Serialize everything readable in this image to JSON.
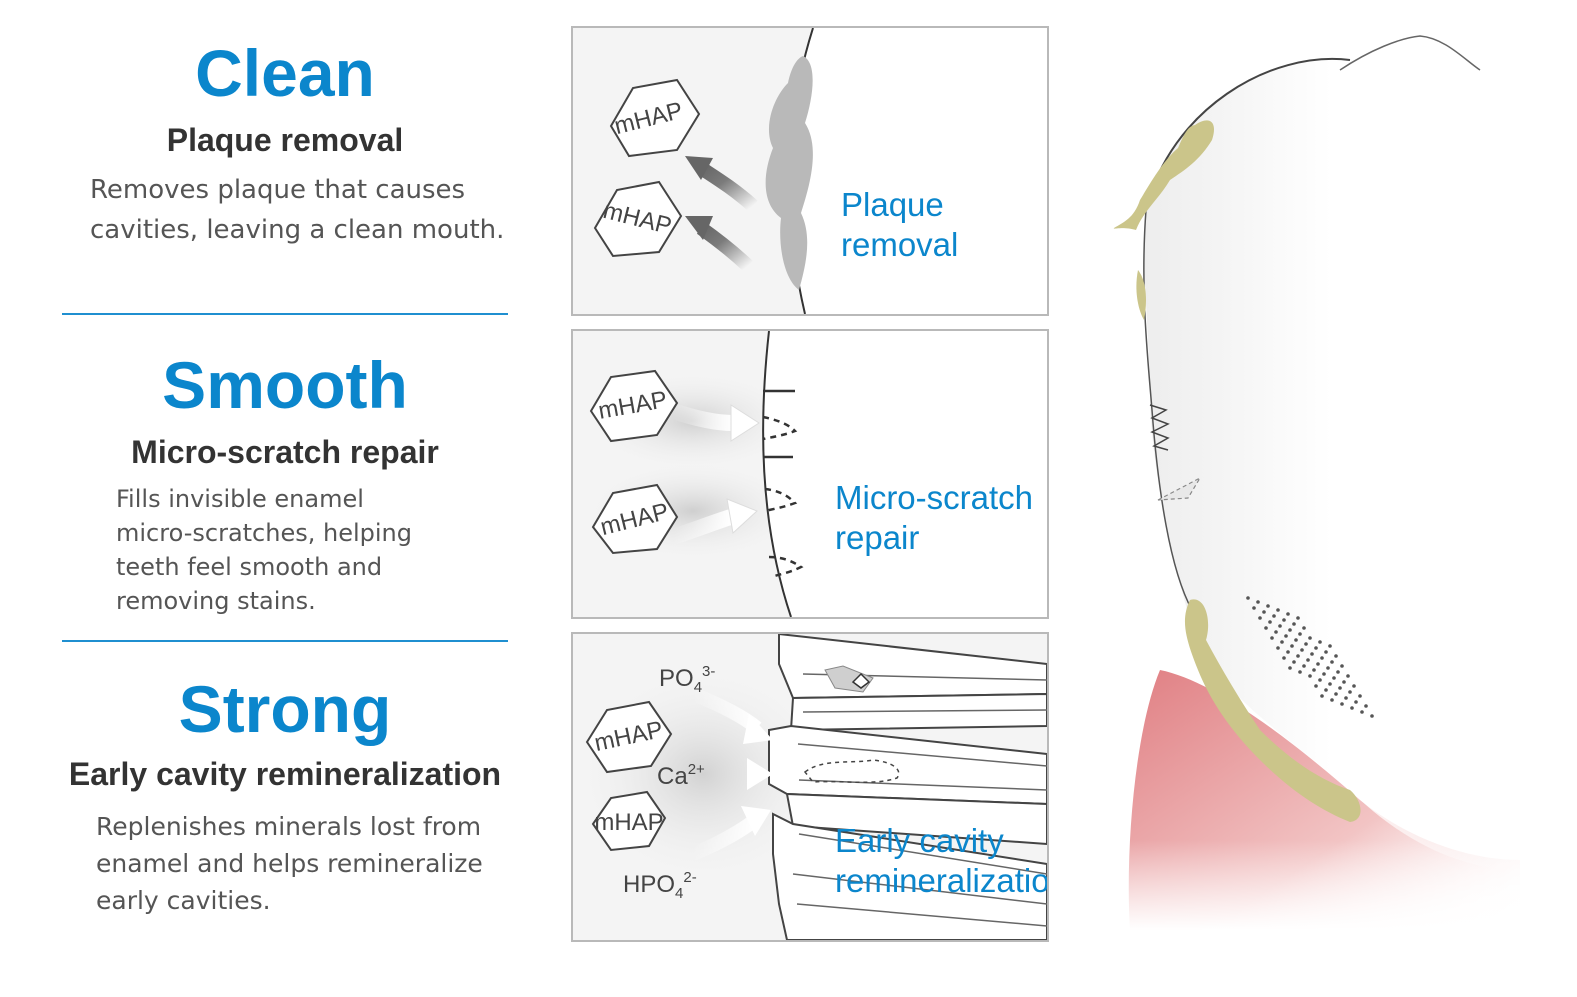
{
  "sections": [
    {
      "headline": "Clean",
      "subhead": "Plaque removal",
      "desc_lines": [
        "Removes plaque that causes",
        "cavities, leaving a clean mouth."
      ]
    },
    {
      "headline": "Smooth",
      "subhead": "Micro-scratch repair",
      "desc_lines": [
        "Fills invisible enamel",
        "micro-scratches, helping",
        "teeth feel smooth and",
        "removing stains."
      ]
    },
    {
      "headline": "Strong",
      "subhead": "Early cavity remineralization",
      "desc_lines": [
        "Replenishes minerals lost from",
        "enamel and helps remineralize",
        "early cavities."
      ]
    }
  ],
  "particle_label": "mHAP",
  "panels": [
    {
      "label_lines": [
        "Plaque",
        "removal"
      ]
    },
    {
      "label_lines": [
        "Micro-scratch",
        "repair"
      ]
    },
    {
      "label_lines": [
        "Early cavity",
        "remineralization"
      ],
      "ions": {
        "phosphate": {
          "base": "PO",
          "sub": "4",
          "sup": "3-"
        },
        "calcium": {
          "base": "Ca",
          "sup": "2+"
        },
        "hydrogen_phosphate": {
          "base": "HPO",
          "sub": "4",
          "sup": "2-"
        }
      }
    }
  ],
  "colors": {
    "accent": "#0b86cc",
    "plaque": "#c9c47a",
    "gum": "#e9a2a3"
  }
}
